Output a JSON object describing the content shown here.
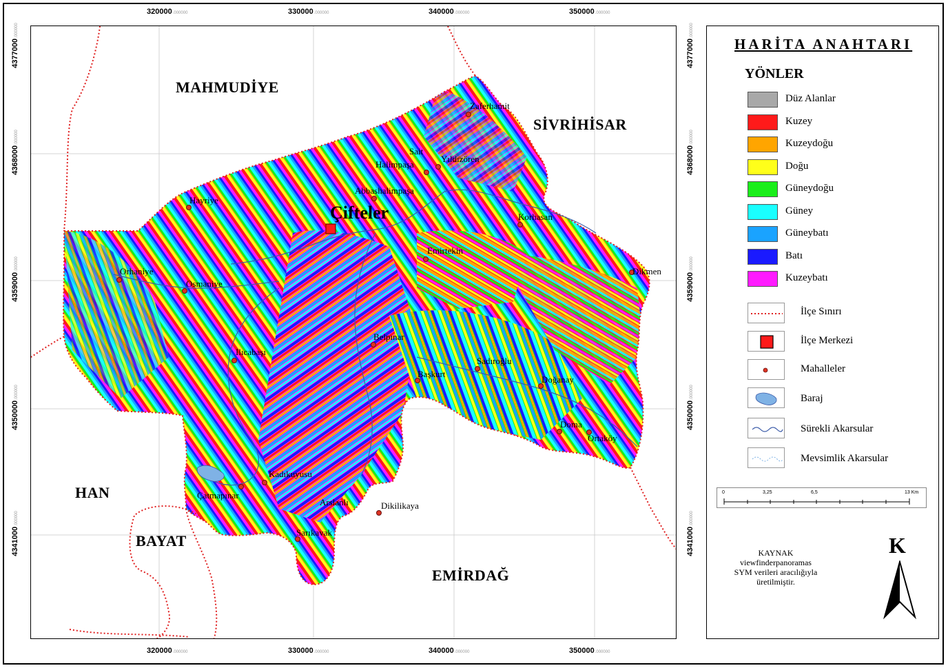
{
  "map": {
    "coords_x": [
      {
        "main": "320000",
        "sub": ".000000"
      },
      {
        "main": "330000",
        "sub": ".000000"
      },
      {
        "main": "340000",
        "sub": ".000000"
      },
      {
        "main": "350000",
        "sub": ".000000"
      }
    ],
    "coords_y": [
      {
        "main": "4377000",
        "sub": ".000000"
      },
      {
        "main": "4368000",
        "sub": ".000000"
      },
      {
        "main": "4359000",
        "sub": ".000000"
      },
      {
        "main": "4350000",
        "sub": ".000000"
      },
      {
        "main": "4341000",
        "sub": ".000000"
      }
    ],
    "regions": {
      "mahmudiye": "MAHMUDİYE",
      "sivrihisar": "SİVRİHİSAR",
      "han": "HAN",
      "bayat": "BAYAT",
      "emirdag": "EMİRDAĞ"
    },
    "district_center": "Çifteler",
    "villages": {
      "zaferhamit": "Zaferhamit",
      "sait": "Sait",
      "halimpasa": "Halimpaşa",
      "yildizoren": "Yıldızören",
      "abbashalimpasa": "Abbashalimpaşa",
      "hayriye": "Hayriye",
      "korhasan": "Korhasan",
      "emirtekin": "Emirtekin",
      "dikmen": "Dikmen",
      "orhaniye": "Orhaniye",
      "osmaniye": "Osmaniye",
      "belpinar": "Belpınar",
      "ilicabasi": "Ilıcabaşı",
      "sadiroglu": "Sadıroğlu",
      "baskurt": "Başkurt",
      "doganay": "Doğanay",
      "doma": "Doma",
      "ortakoy": "Ortaköy",
      "kadikuyusu": "Kadıkuyusu",
      "catmapinar": "Çatmapınar",
      "arslanli": "Arslanlı",
      "dikilikaya": "Dikilikaya",
      "sarikavak": "Sarıkavak"
    }
  },
  "legend": {
    "title": "HARİTA ANAHTARI",
    "subtitle": "YÖNLER",
    "aspects": [
      {
        "label": "Düz Alanlar",
        "color": "#a8a8a8"
      },
      {
        "label": "Kuzey",
        "color": "#ff1a1a"
      },
      {
        "label": "Kuzeydoğu",
        "color": "#ffa500"
      },
      {
        "label": "Doğu",
        "color": "#ffff1a"
      },
      {
        "label": "Güneydoğu",
        "color": "#1aee1a"
      },
      {
        "label": "Güney",
        "color": "#1affff"
      },
      {
        "label": "Güneybatı",
        "color": "#1aa3ff"
      },
      {
        "label": "Batı",
        "color": "#1a1aff"
      },
      {
        "label": "Kuzeybatı",
        "color": "#ff1aff"
      }
    ],
    "symbols": [
      {
        "label": "İlçe Sınırı",
        "icon": "dashed-boundary-icon"
      },
      {
        "label": "İlçe Merkezi",
        "icon": "red-square-icon"
      },
      {
        "label": "Mahalleler",
        "icon": "red-dot-icon"
      },
      {
        "label": "Baraj",
        "icon": "reservoir-icon"
      },
      {
        "label": "Sürekli Akarsular",
        "icon": "wavy-line-icon"
      },
      {
        "label": "Mevsimlik Akarsular",
        "icon": "dotted-wavy-line-icon"
      }
    ],
    "scale": {
      "ticks": [
        "0",
        "3,25",
        "6,5",
        "13 Km"
      ]
    },
    "source": {
      "line1": "KAYNAK",
      "line2": "viewfinderpanoramas",
      "line3": "SYM verileri aracılığıyla",
      "line4": "üretilmiştir."
    },
    "north": "K",
    "colors": {
      "boundary": "#e02020",
      "river": "#3a5aa8",
      "reservoir": "#7fb2e5"
    }
  }
}
